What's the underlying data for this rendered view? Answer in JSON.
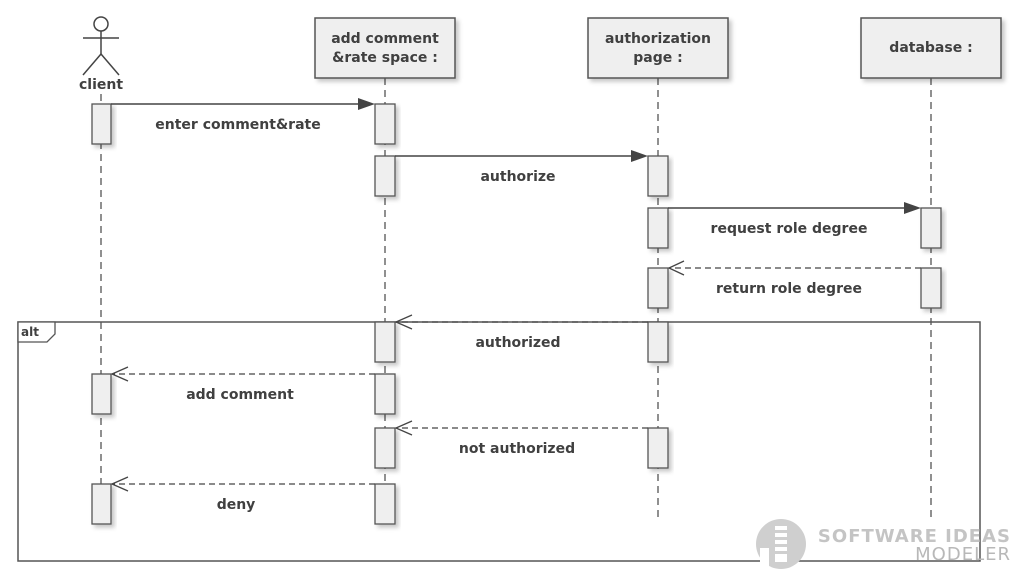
{
  "participants": [
    {
      "id": "client",
      "label_lines": [
        "client"
      ],
      "kind": "actor"
    },
    {
      "id": "add_comment",
      "label_lines": [
        "add comment",
        "&rate space :"
      ],
      "kind": "object"
    },
    {
      "id": "authorization",
      "label_lines": [
        "authorization",
        "page :"
      ],
      "kind": "object"
    },
    {
      "id": "database",
      "label_lines": [
        "database :"
      ],
      "kind": "object"
    }
  ],
  "messages": [
    {
      "label": "enter comment&rate",
      "from": "client",
      "to": "add_comment",
      "type": "sync"
    },
    {
      "label": "authorize",
      "from": "add_comment",
      "to": "authorization",
      "type": "sync"
    },
    {
      "label": "request role degree",
      "from": "authorization",
      "to": "database",
      "type": "sync"
    },
    {
      "label": "return role degree",
      "from": "database",
      "to": "authorization",
      "type": "return"
    },
    {
      "label": "authorized",
      "from": "authorization",
      "to": "add_comment",
      "type": "return"
    },
    {
      "label": "add comment",
      "from": "add_comment",
      "to": "client",
      "type": "return"
    },
    {
      "label": "not authorized",
      "from": "authorization",
      "to": "add_comment",
      "type": "return"
    },
    {
      "label": "deny",
      "from": "add_comment",
      "to": "client",
      "type": "return"
    }
  ],
  "fragment": {
    "operator": "alt"
  },
  "watermark": {
    "line1": "SOFTWARE IDEAS",
    "line2": "MODELER"
  }
}
